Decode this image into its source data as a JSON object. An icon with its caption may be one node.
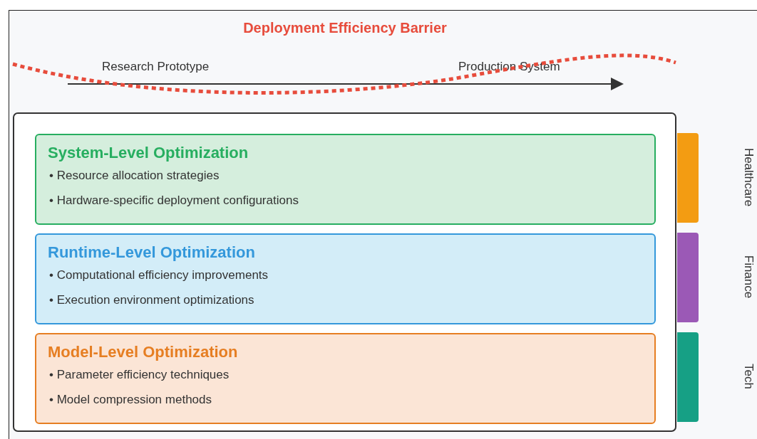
{
  "diagram": {
    "title": "Deployment Efficiency Barrier",
    "nodes": [
      {
        "text": [],
        "shape": "box"
      },
      {
        "text": [
          "System-Level Optimization",
          "• Resource allocation strategies",
          "• Hardware-specific deployment configurations"
        ],
        "in": 0
      },
      {
        "text": [
          "Runtime-Level Optimization",
          "• Computational efficiency improvements",
          "• Execution environment optimizations"
        ],
        "in": 0
      },
      {
        "text": [
          "Model-Level Optimization",
          "• Parameter efficiency techniques",
          "• Model compression methods"
        ],
        "in": 0
      },
      {
        "text": [],
        "shape": "bar",
        "beside": [
          "Healthcare"
        ]
      },
      {
        "text": [],
        "shape": "bar",
        "beside": [
          "Finance"
        ]
      },
      {
        "text": [],
        "shape": "bar",
        "beside": [
          "Tech"
        ]
      }
    ],
    "labels": [
      "Research Prototype",
      "Production System"
    ]
  }
}
